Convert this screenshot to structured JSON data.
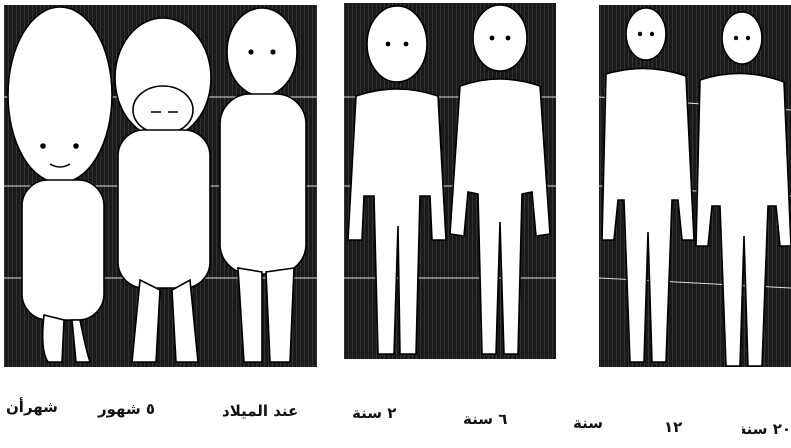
{
  "labels": [
    "شهرأن",
    "٥ شهور",
    "عند الميلاد",
    "٢ سنة",
    "٦ سنة",
    "سنة",
    "١٢",
    "٢٠ سنة"
  ],
  "colors": {
    "background": "#ffffff",
    "panel_dark": "#1a1a1a",
    "figure_fill": "#ffffff",
    "line": "#000000"
  }
}
